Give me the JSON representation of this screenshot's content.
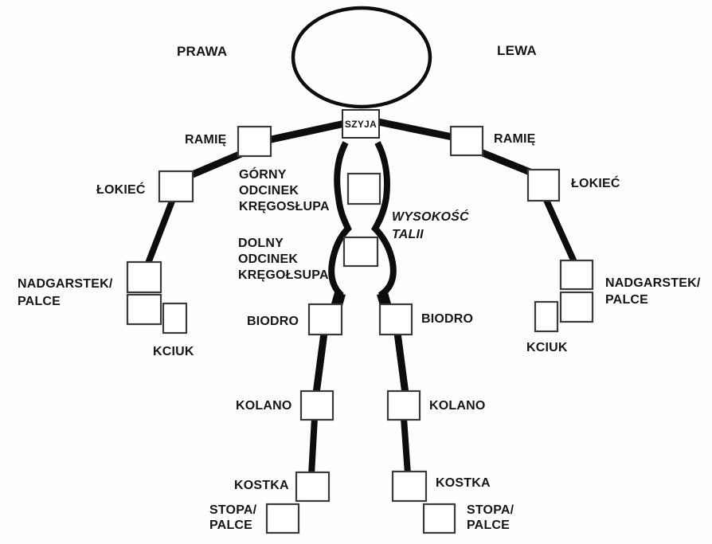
{
  "colors": {
    "background": "#fefefe",
    "line": "#0d0d0d",
    "box_border": "#3a3a3a",
    "text": "#161616"
  },
  "labels": {
    "prawa": "PRAWA",
    "lewa": "LEWA",
    "szyja": "SZYJA",
    "ramie_left": "RAMIĘ",
    "ramie_right": "RAMIĘ",
    "lokiec_left": "ŁOKIEĆ",
    "lokiec_right": "ŁOKIEĆ",
    "nadgarstek_left": "NADGARSTEK/\nPALCE",
    "nadgarstek_right": "NADGARSTEK/\nPALCE",
    "kciuk_left": "KCIUK",
    "kciuk_right": "KCIUK",
    "gorny_odcinek": "GÓRNY\nODCINEK\nKRĘGOSŁUPA",
    "dolny_odcinek": "DOLNY\nODCINEK\nKRĘGOŁSUPA",
    "wysokosc_talii": "WYSOKOŚĆ\nTALII",
    "biodro_left": "BIODRO",
    "biodro_right": "BIODRO",
    "kolano_left": "KOLANO",
    "kolano_right": "KOLANO",
    "kostka_left": "KOSTKA",
    "kostka_right": "KOSTKA",
    "stopa_left": "STOPA/\nPALCE",
    "stopa_right": "STOPA/\nPALCE"
  }
}
